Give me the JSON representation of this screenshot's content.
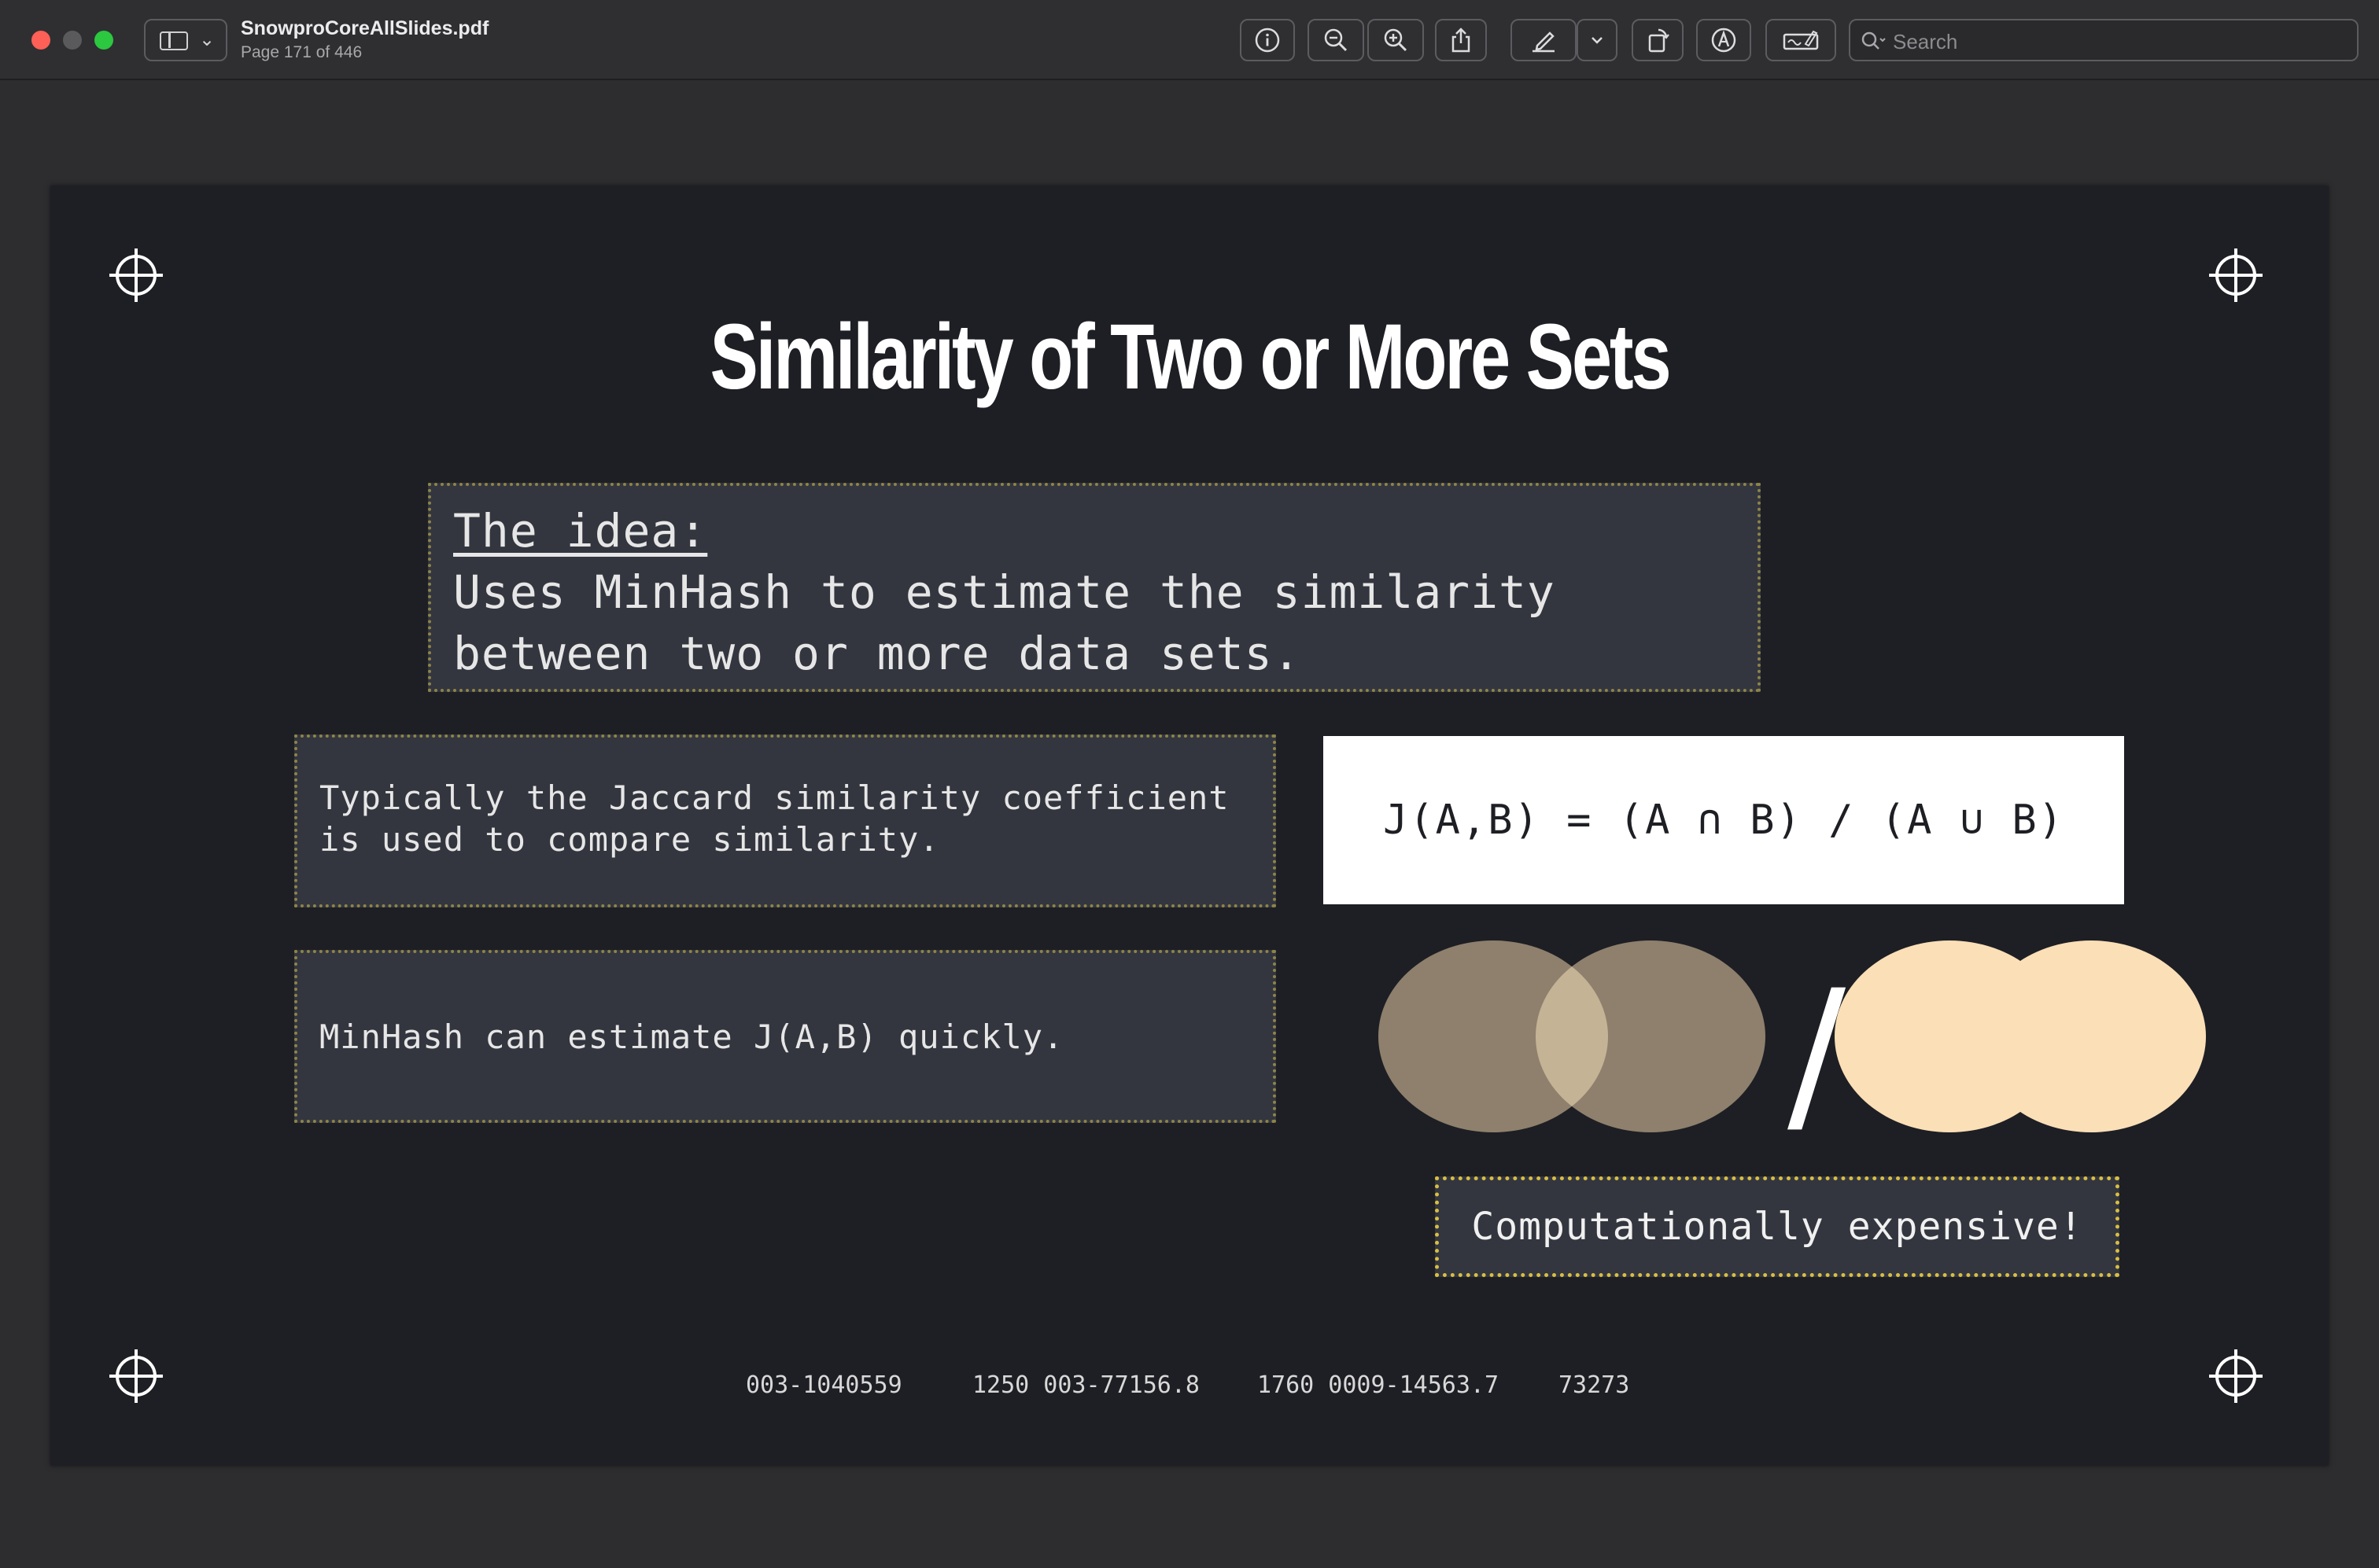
{
  "window": {
    "document_title": "SnowproCoreAllSlides.pdf",
    "page_indicator": "Page 171 of 446",
    "search_placeholder": "Search"
  },
  "toolbar": {
    "icons": [
      "info-icon",
      "zoom-out-icon",
      "zoom-in-icon",
      "share-icon",
      "highlight-pen-icon",
      "chevron-down-icon",
      "rotate-icon",
      "markup-icon",
      "sign-icon",
      "search-icon"
    ]
  },
  "slide": {
    "title": "Similarity of Two or More Sets",
    "idea_heading": "The idea:",
    "idea_line1": "Uses MinHash to estimate the similarity",
    "idea_line2": "between two or more data sets.",
    "jaccard_line1": "Typically the Jaccard similarity coefficient",
    "jaccard_line2": "is used to compare similarity.",
    "minhash_text": "MinHash can estimate J(A,B) quickly.",
    "formula": "J(A,B) = (A ∩ B) / (A ∪ B)",
    "divider": "/",
    "expensive": "Computationally expensive!",
    "footer": [
      "003-1040559",
      "1250 003-77156.8",
      "1760 0009-14563.7",
      "73273"
    ]
  },
  "colors": {
    "slide_bg": "#1e1f24",
    "box_bg": "#33363f",
    "box_border": "#8d8448",
    "highlight_border": "#d8be43",
    "venn_dark": "#8e806d",
    "venn_overlap": "#c5b396",
    "venn_light": "#fbdfb7"
  }
}
